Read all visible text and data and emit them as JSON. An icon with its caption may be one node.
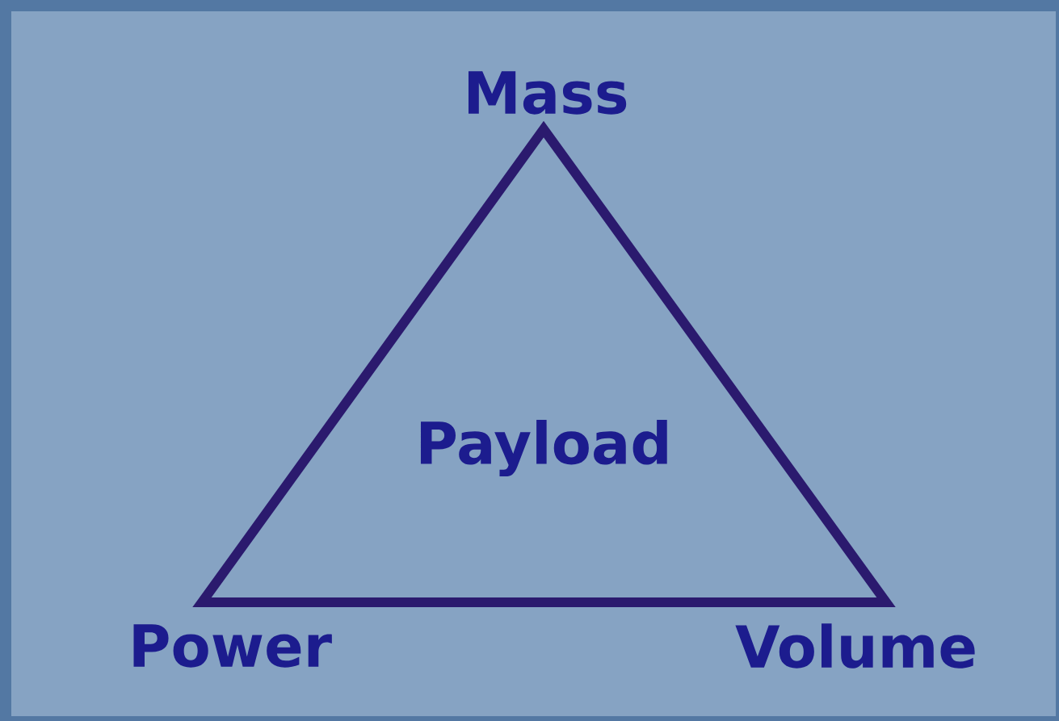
{
  "diagram": {
    "nodes": [
      {
        "text": [
          "Payload"
        ]
      }
    ],
    "labels": [
      "Mass",
      "Power",
      "Volume"
    ]
  }
}
